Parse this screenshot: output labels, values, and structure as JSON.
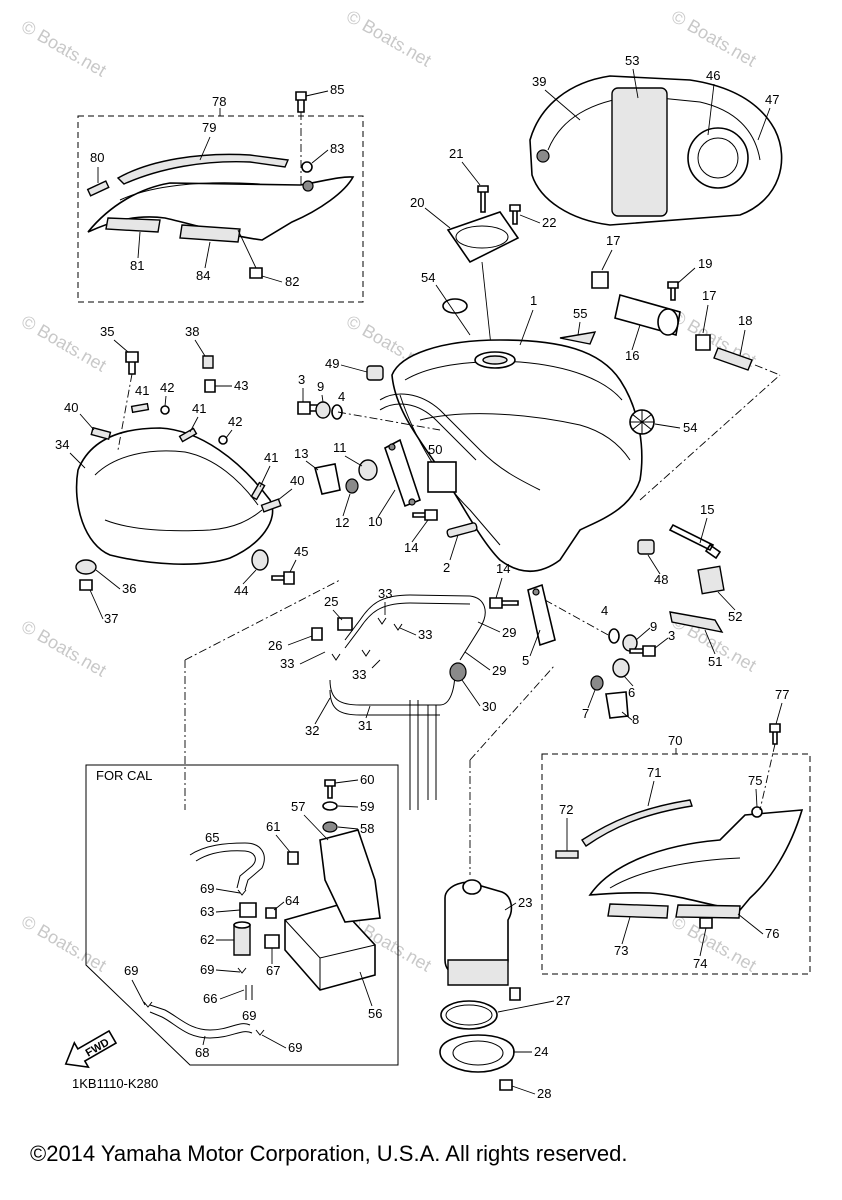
{
  "watermark": "© Boats.net",
  "inset_label": "FOR CAL",
  "diagram_code": "1KB1110-K280",
  "fwd_label": "FWD",
  "copyright": "©2014 Yamaha Motor Corporation, U.S.A. All rights reserved.",
  "callouts": {
    "c1": "1",
    "c2": "2",
    "c3a": "3",
    "c3b": "3",
    "c4a": "4",
    "c4b": "4",
    "c5": "5",
    "c6": "6",
    "c7": "7",
    "c8": "8",
    "c9a": "9",
    "c9b": "9",
    "c10": "10",
    "c11": "11",
    "c12": "12",
    "c13": "13",
    "c14a": "14",
    "c14b": "14",
    "c15": "15",
    "c16": "16",
    "c17a": "17",
    "c17b": "17",
    "c18": "18",
    "c19": "19",
    "c20": "20",
    "c21": "21",
    "c22": "22",
    "c23": "23",
    "c24": "24",
    "c25": "25",
    "c26": "26",
    "c27": "27",
    "c28": "28",
    "c29a": "29",
    "c29b": "29",
    "c30": "30",
    "c31": "31",
    "c32": "32",
    "c33a": "33",
    "c33b": "33",
    "c33c": "33",
    "c33d": "33",
    "c34": "34",
    "c35": "35",
    "c36": "36",
    "c37": "37",
    "c38": "38",
    "c39": "39",
    "c40a": "40",
    "c40b": "40",
    "c41a": "41",
    "c41b": "41",
    "c41c": "41",
    "c42a": "42",
    "c42b": "42",
    "c43": "43",
    "c44": "44",
    "c45": "45",
    "c46": "46",
    "c47": "47",
    "c48": "48",
    "c49": "49",
    "c50": "50",
    "c51": "51",
    "c52": "52",
    "c53": "53",
    "c54a": "54",
    "c54b": "54",
    "c55": "55",
    "c56": "56",
    "c57": "57",
    "c58": "58",
    "c59": "59",
    "c60": "60",
    "c61": "61",
    "c62": "62",
    "c63": "63",
    "c64": "64",
    "c65": "65",
    "c66": "66",
    "c67": "67",
    "c68": "68",
    "c69a": "69",
    "c69b": "69",
    "c69c": "69",
    "c69d": "69",
    "c69e": "69",
    "c70": "70",
    "c71": "71",
    "c72": "72",
    "c73": "73",
    "c74": "74",
    "c75": "75",
    "c76": "76",
    "c77": "77",
    "c78": "78",
    "c79": "79",
    "c80": "80",
    "c81": "81",
    "c82": "82",
    "c83": "83",
    "c84": "84",
    "c85": "85"
  }
}
